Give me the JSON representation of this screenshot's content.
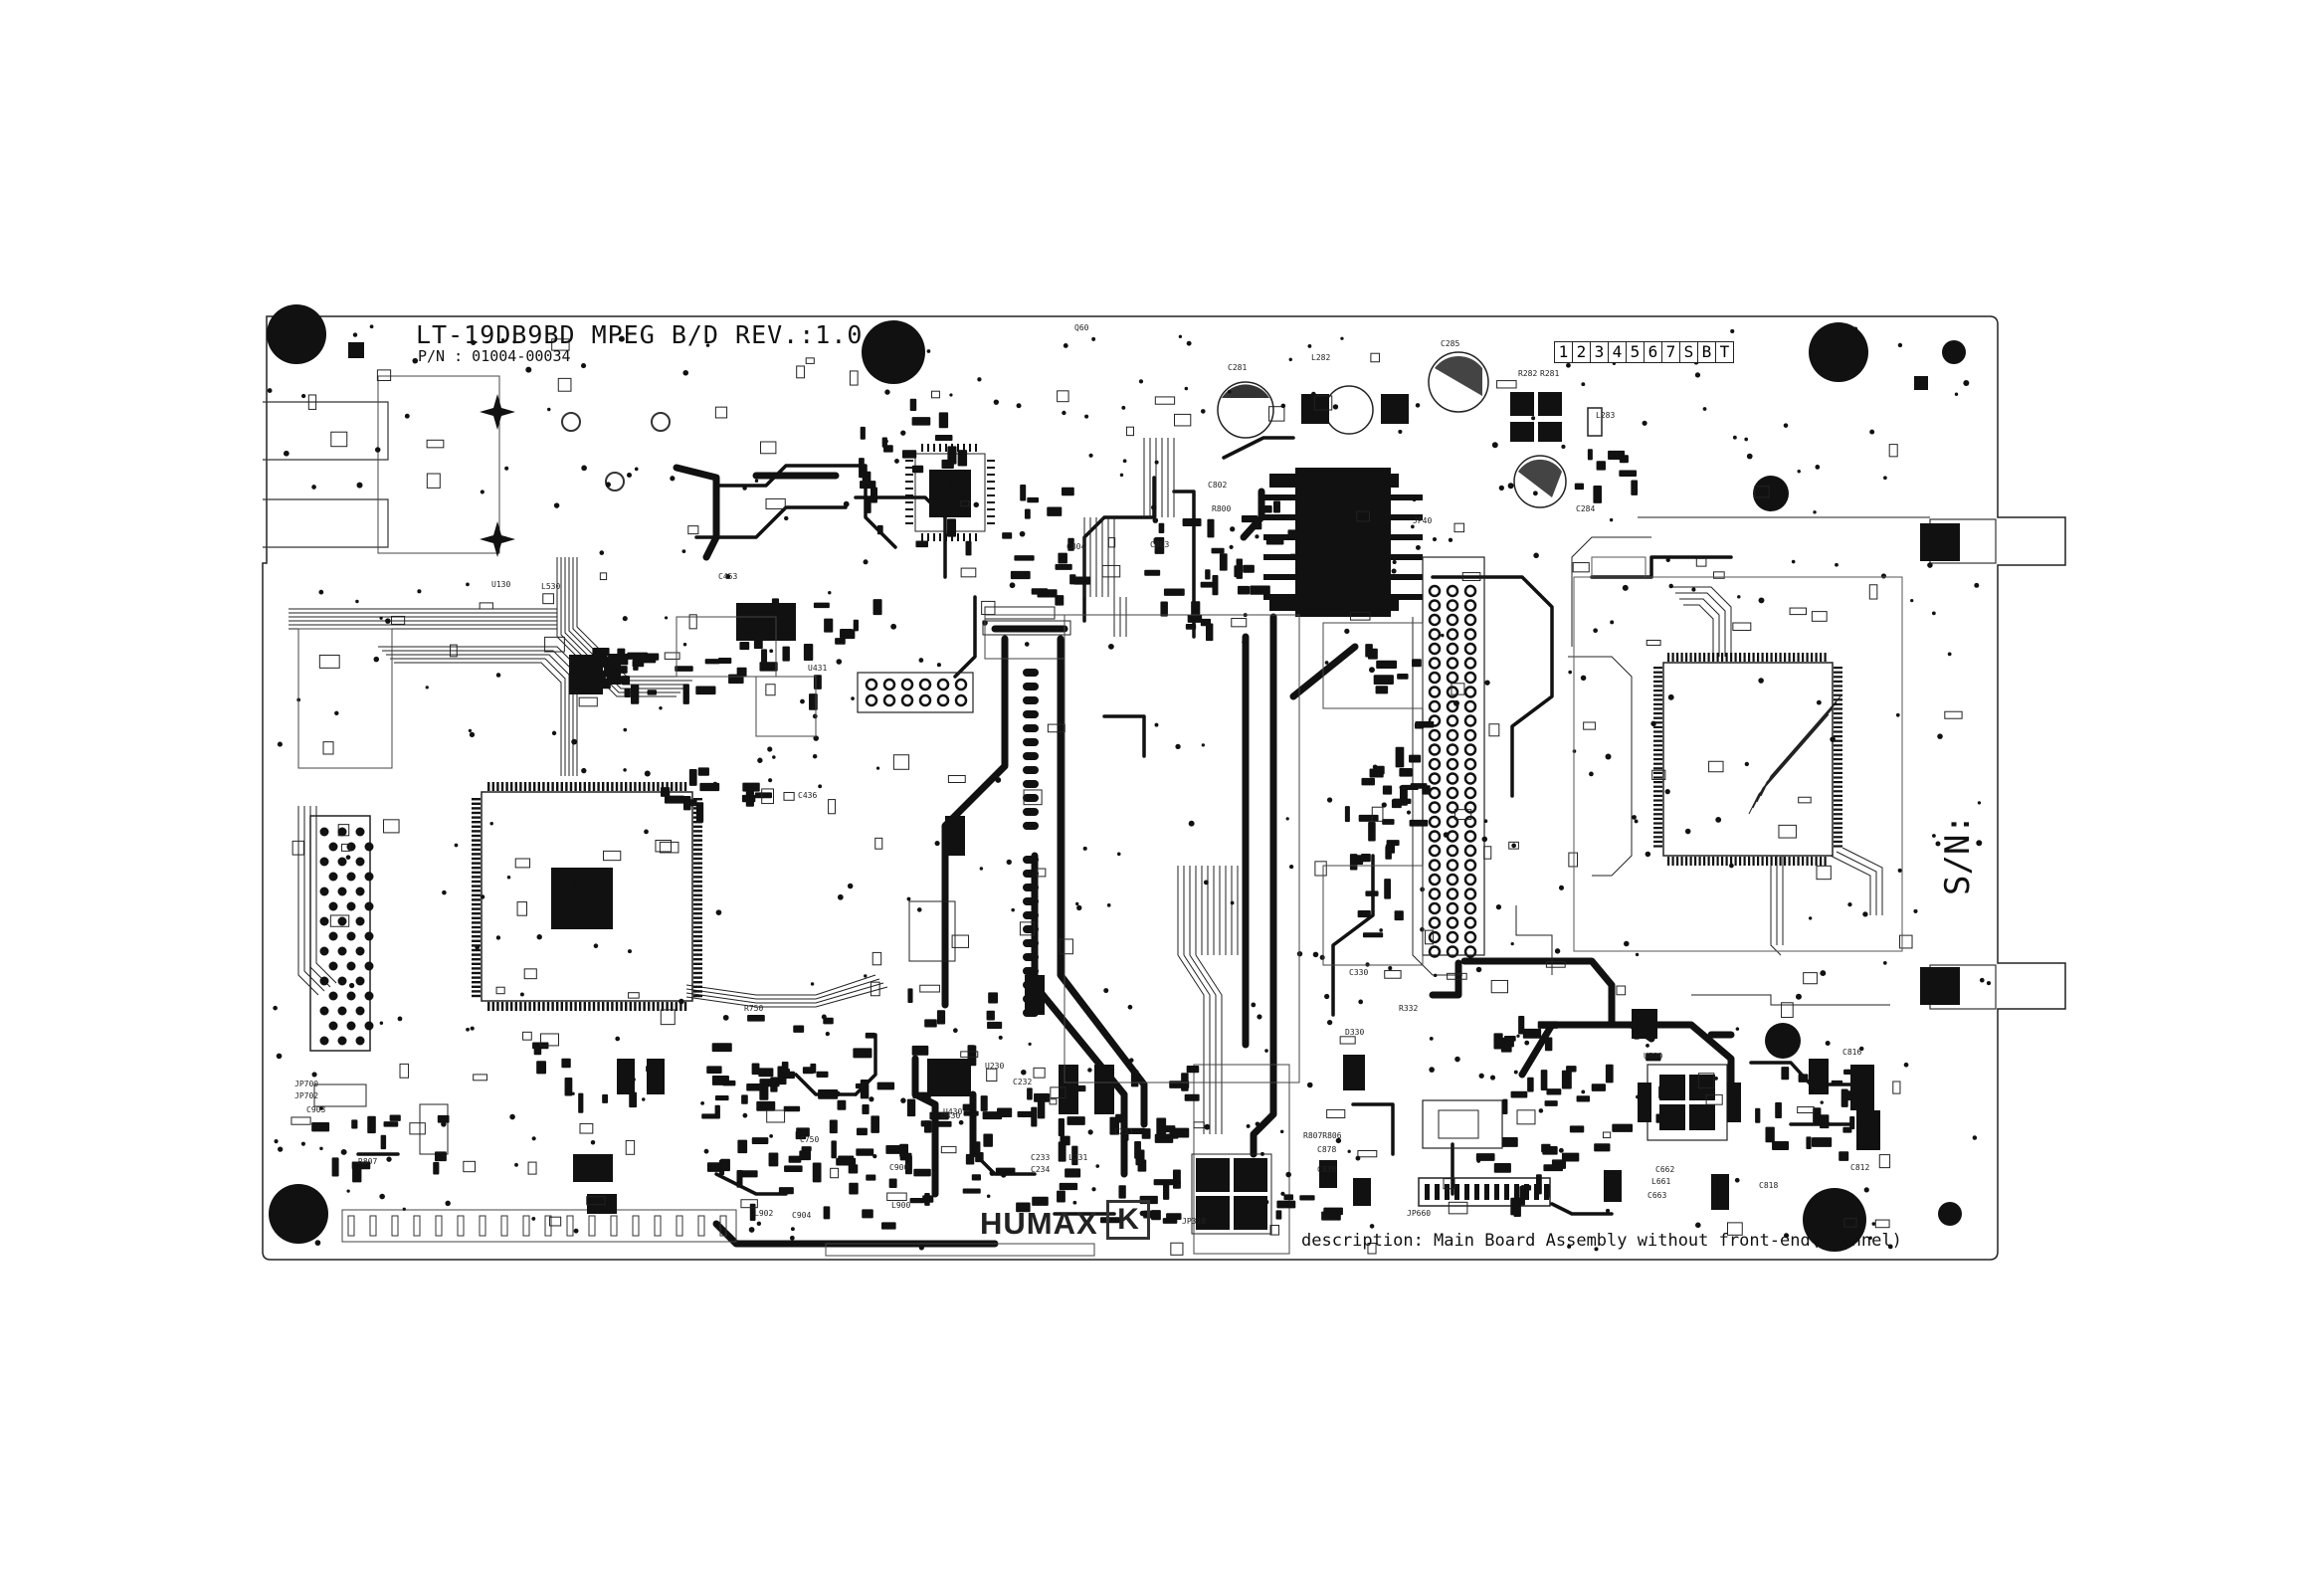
{
  "board": {
    "title": "LT-19DB9BD MPEG B/D REV.:1.0",
    "part_number": "P/N : 01004-00034",
    "description": "description: Main Board Assembly without front-end(channel)",
    "serial_label": "S/N:",
    "brand": "HUMAX",
    "brand_mark": "K",
    "pin_header": [
      "1",
      "2",
      "3",
      "4",
      "5",
      "6",
      "7",
      "S",
      "B",
      "T"
    ]
  },
  "component_labels": {
    "c281": "C281",
    "l282": "L282",
    "c285": "C285",
    "r282": "R282",
    "r281": "R281",
    "l283": "L283",
    "c284": "C284",
    "u130": "U130",
    "l530": "L530",
    "c453": "C453",
    "u431": "U431",
    "r750": "R750",
    "c436": "C436",
    "u230": "U230",
    "u430": "U430",
    "c232": "C232",
    "l231": "L231",
    "c231": "C231",
    "c233": "C233",
    "c234": "C234",
    "jp310": "JP310",
    "jp660": "JP660",
    "c903": "C903",
    "jp700": "JP700",
    "jp702": "JP702",
    "r807": "R807",
    "l902": "L902",
    "c904": "C904",
    "c900": "C900",
    "l900": "L900",
    "c750": "C750",
    "u430b": "U430",
    "c816": "C816",
    "c812": "C812",
    "c818": "C818",
    "c663": "C663",
    "l661": "L661",
    "c662": "C662",
    "c878": "C878",
    "c830": "C830",
    "d330": "D330",
    "c330": "C330",
    "r332": "R332",
    "u800": "U800",
    "jp40": "JP40",
    "c803": "C803",
    "c802": "C802",
    "c804": "C804",
    "q60": "Q60",
    "r800": "R800",
    "r3076": "R807R806"
  },
  "colors": {
    "ink": "#111111",
    "background": "#ffffff",
    "silkscreen": "#222222"
  }
}
